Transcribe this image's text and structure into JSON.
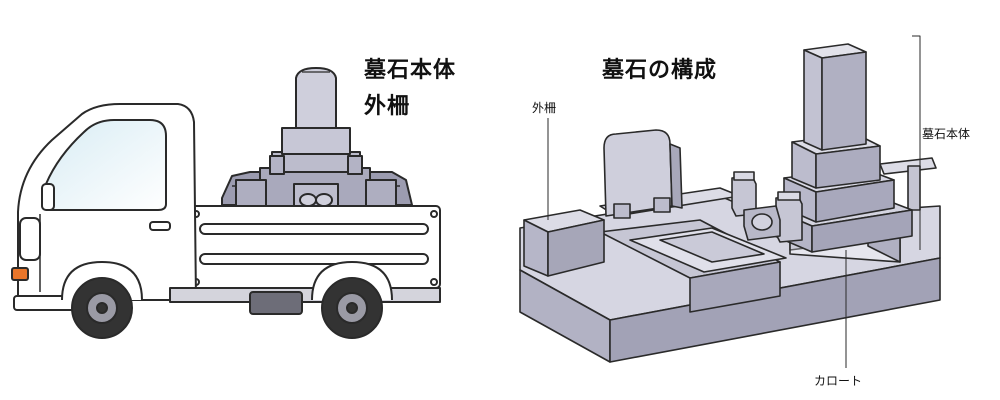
{
  "left_panel": {
    "labels": [
      "墓石本体",
      "外柵"
    ]
  },
  "right_panel": {
    "title": "墓石の構成",
    "callouts": {
      "outer_fence": "外柵",
      "tombstone_body": "墓石本体",
      "karoto": "カロート"
    }
  },
  "colors": {
    "stone_light": "#d6d6e2",
    "stone_mid": "#b9b9c9",
    "stone_dark": "#8e8ea3",
    "outline": "#2a2a2a",
    "truck_body": "#ffffff",
    "truck_window": "#e8f2f7",
    "indicator": "#e8752a"
  }
}
